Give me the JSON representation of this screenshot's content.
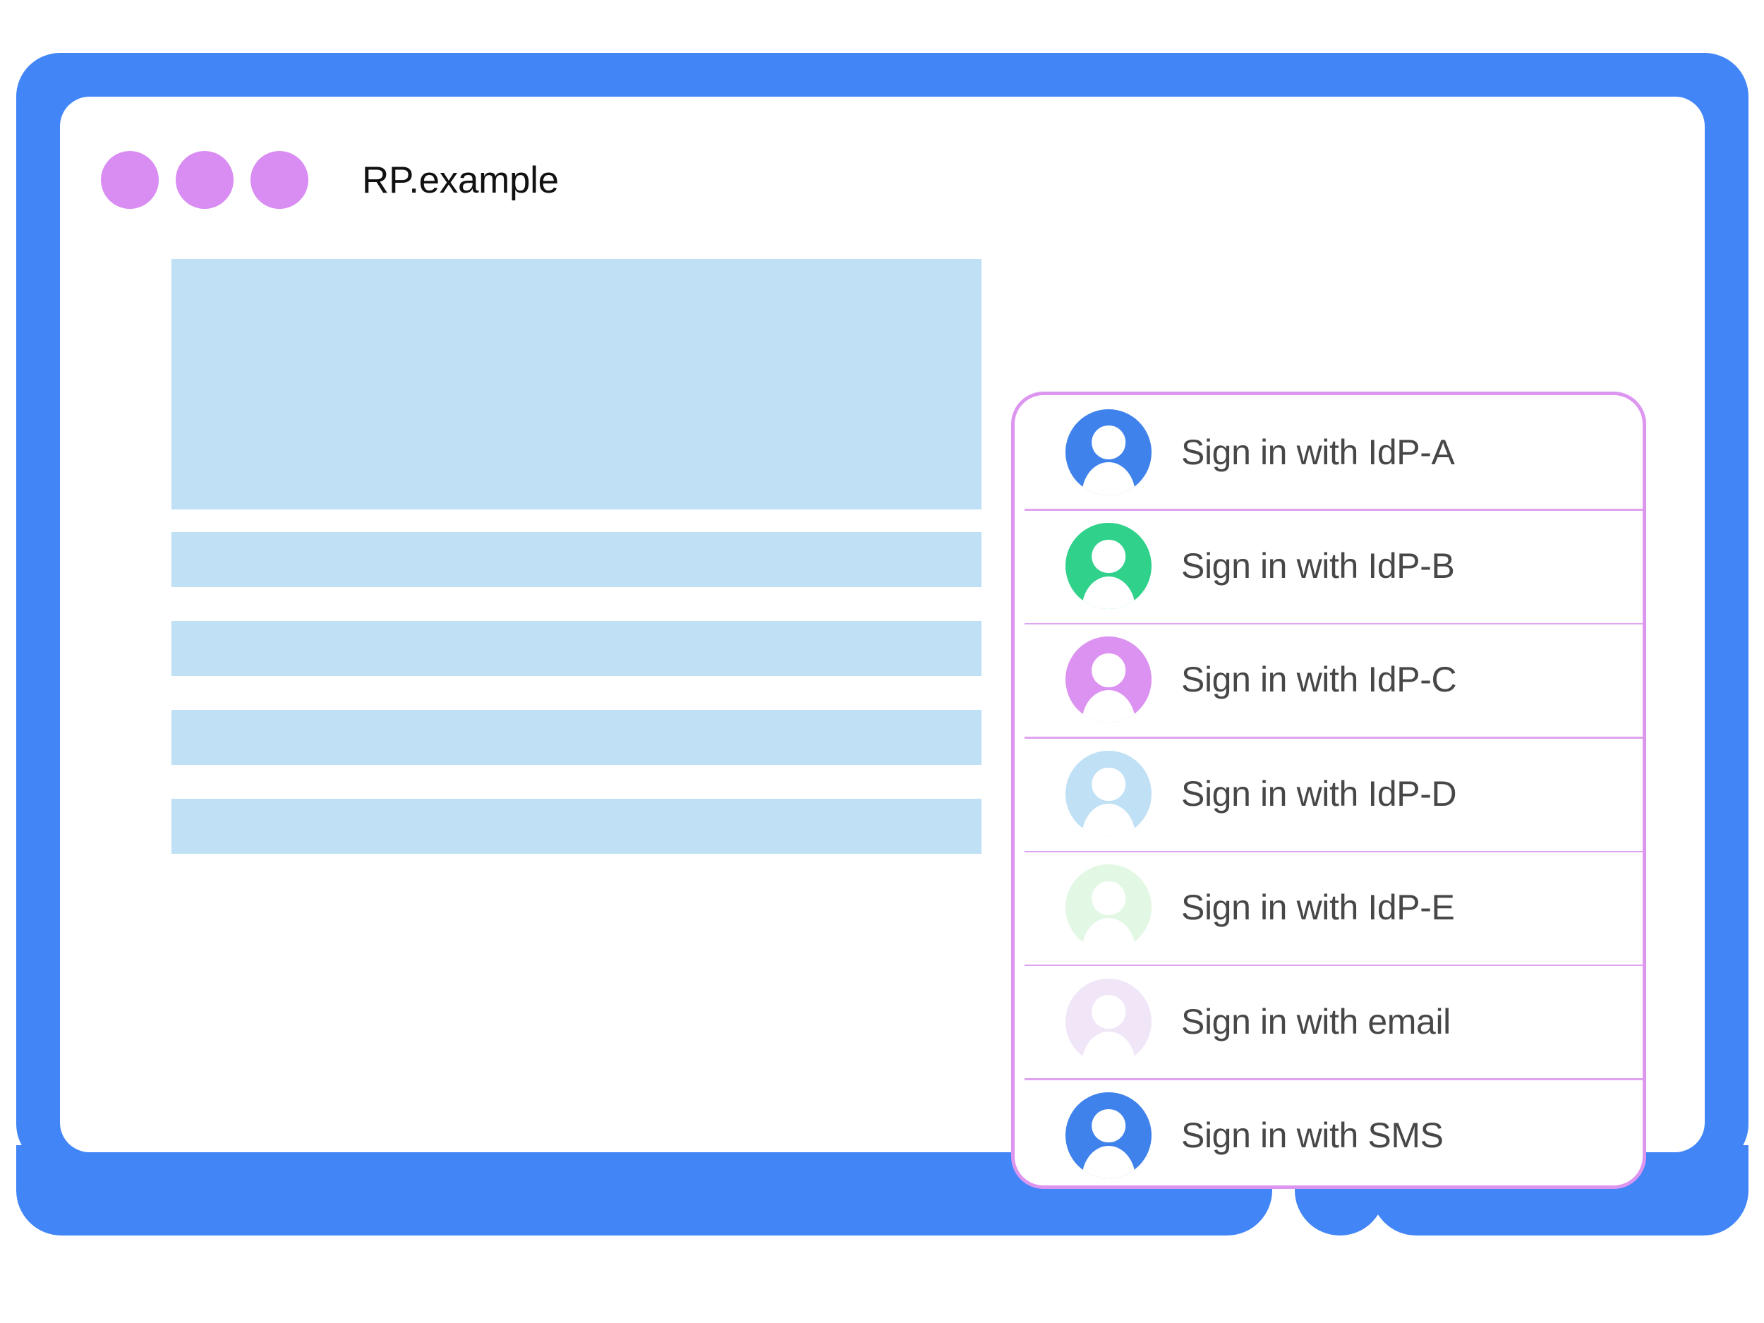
{
  "colors": {
    "bezel": "#4285f7",
    "dot": "#d98cf2",
    "placeholder": "#bfe0f5",
    "panel_border": "#dd96f0",
    "divider": "#e0a3ef"
  },
  "window": {
    "title": "RP.example",
    "dots": [
      "traffic-dot-1",
      "traffic-dot-2",
      "traffic-dot-3"
    ]
  },
  "content": {
    "placeholders": [
      {
        "name": "hero-placeholder",
        "kind": "hero"
      },
      {
        "name": "text-line-placeholder-1",
        "kind": "bar"
      },
      {
        "name": "text-line-placeholder-2",
        "kind": "bar"
      },
      {
        "name": "text-line-placeholder-3",
        "kind": "bar"
      },
      {
        "name": "text-line-placeholder-4",
        "kind": "bar"
      }
    ]
  },
  "signin_panel": {
    "options": [
      {
        "label": "Sign in with IdP-A",
        "avatar_color": "#3f82eb",
        "icon": "person-avatar-icon"
      },
      {
        "label": "Sign in with IdP-B",
        "avatar_color": "#2fd18b",
        "icon": "person-avatar-icon"
      },
      {
        "label": "Sign in with IdP-C",
        "avatar_color": "#dc92f0",
        "icon": "person-avatar-icon"
      },
      {
        "label": "Sign in with IdP-D",
        "avatar_color": "#bfe0f5",
        "icon": "person-avatar-icon"
      },
      {
        "label": "Sign in with IdP-E",
        "avatar_color": "#e2f7e4",
        "icon": "person-avatar-icon"
      },
      {
        "label": "Sign in with email",
        "avatar_color": "#f0e6f8",
        "icon": "person-avatar-icon"
      },
      {
        "label": "Sign in with SMS",
        "avatar_color": "#3f82eb",
        "icon": "person-avatar-icon"
      }
    ]
  },
  "device": {
    "home_button": "home-button"
  }
}
